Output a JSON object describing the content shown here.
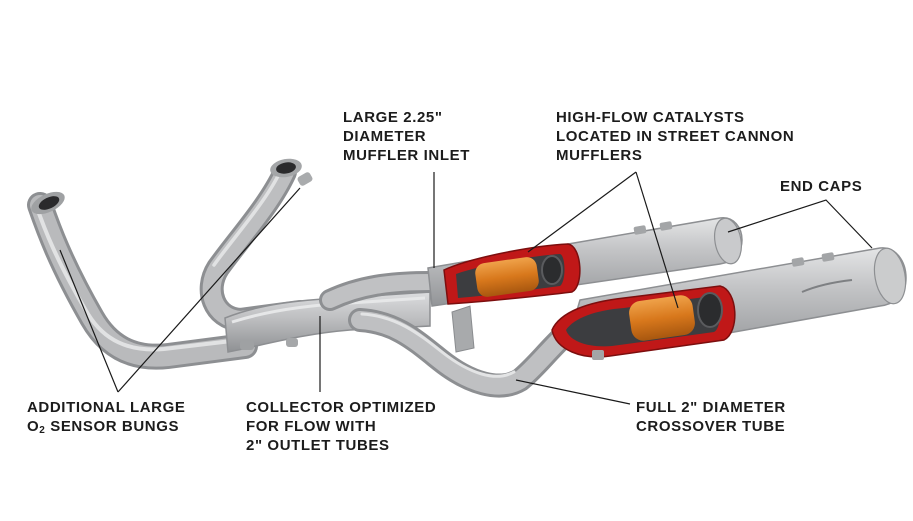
{
  "colors": {
    "pipe": "#b7b8ba",
    "pipe_shadow": "#8d8f92",
    "pipe_highlight": "#e2e3e4",
    "cutaway_red": "#c01818",
    "catalyst_orange": "#d8781c",
    "leader_line": "#1a1a1a",
    "text": "#1c1c1c"
  },
  "labels": {
    "muffler_inlet": [
      "LARGE 2.25\"",
      "DIAMETER",
      "MUFFLER INLET"
    ],
    "catalysts": [
      "HIGH-FLOW CATALYSTS",
      "LOCATED IN STREET CANNON",
      "MUFFLERS"
    ],
    "end_caps": [
      "END CAPS"
    ],
    "sensor_bungs": {
      "line1": "ADDITIONAL LARGE",
      "line2_prefix": "O",
      "line2_sub": "2",
      "line2_suffix": " SENSOR BUNGS"
    },
    "collector": [
      "COLLECTOR OPTIMIZED",
      "FOR FLOW WITH",
      "2\" OUTLET TUBES"
    ],
    "crossover": [
      "FULL 2\" DIAMETER",
      "CROSSOVER TUBE"
    ]
  },
  "icons": [
    "exhaust-system-illustration"
  ]
}
